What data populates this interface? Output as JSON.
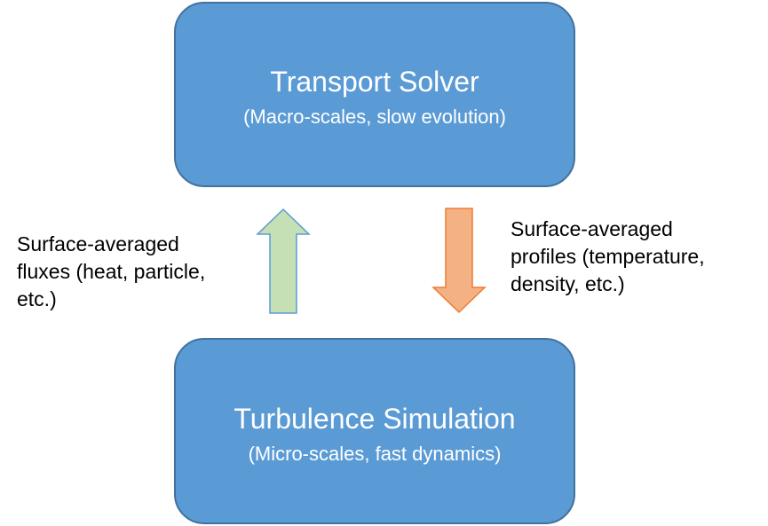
{
  "top_box": {
    "title": "Transport Solver",
    "subtitle": "(Macro-scales, slow evolution)"
  },
  "bottom_box": {
    "title": "Turbulence Simulation",
    "subtitle": "(Micro-scales, fast dynamics)"
  },
  "left_label": {
    "lines": [
      "Surface-averaged",
      "fluxes (heat, particle,",
      "etc.)"
    ]
  },
  "right_label": {
    "lines": [
      "Surface-averaged",
      "profiles (temperature,",
      "density, etc.)"
    ]
  },
  "colors": {
    "box_fill": "#5b9bd5",
    "box_border": "#41719c",
    "up_arrow_fill": "#c5e0b4",
    "up_arrow_border": "#5b9bd5",
    "down_arrow_fill": "#f4b183",
    "down_arrow_border": "#ed7d31"
  }
}
